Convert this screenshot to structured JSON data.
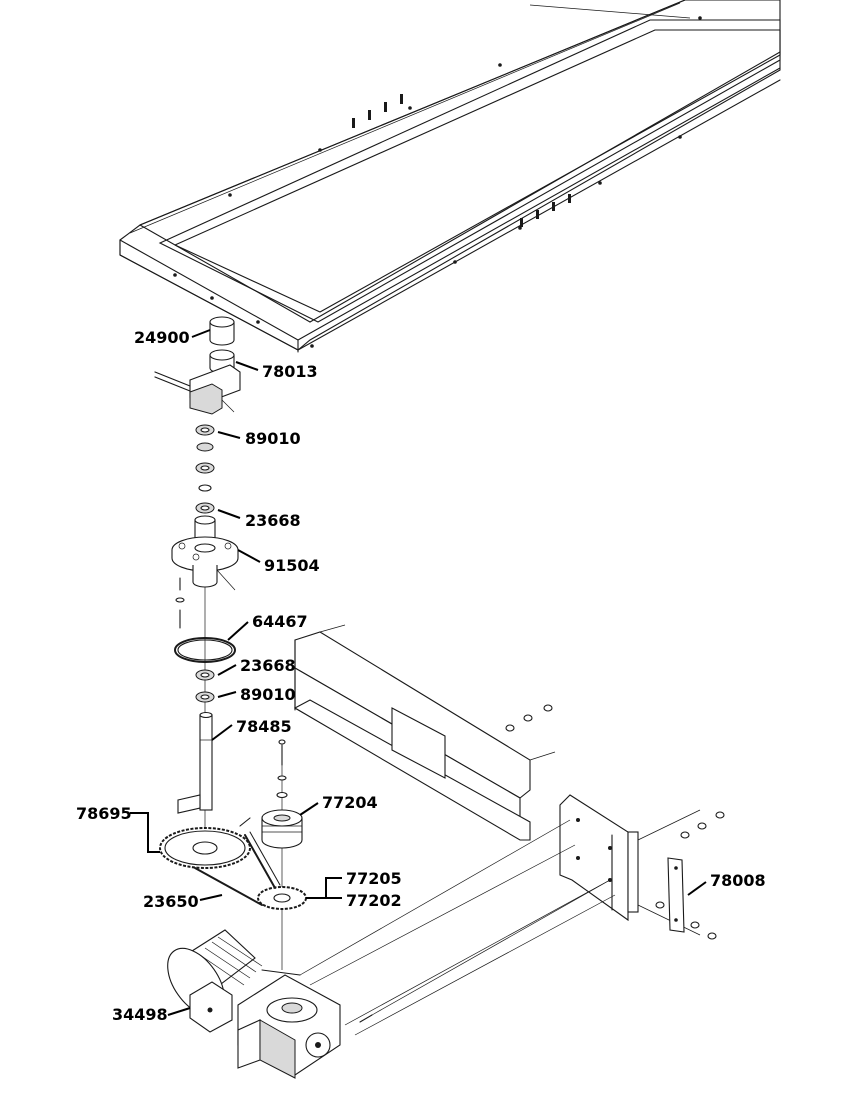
{
  "callouts": {
    "p24900": "24900",
    "p78013": "78013",
    "p89010a": "89010",
    "p23668a": "23668",
    "p91504": "91504",
    "p64467": "64467",
    "p23668b": "23668",
    "p89010b": "89010",
    "p78485": "78485",
    "p77204": "77204",
    "p78695": "78695",
    "p77205": "77205",
    "p77202": "77202",
    "p23650": "23650",
    "p78008": "78008",
    "p34498": "34498"
  }
}
